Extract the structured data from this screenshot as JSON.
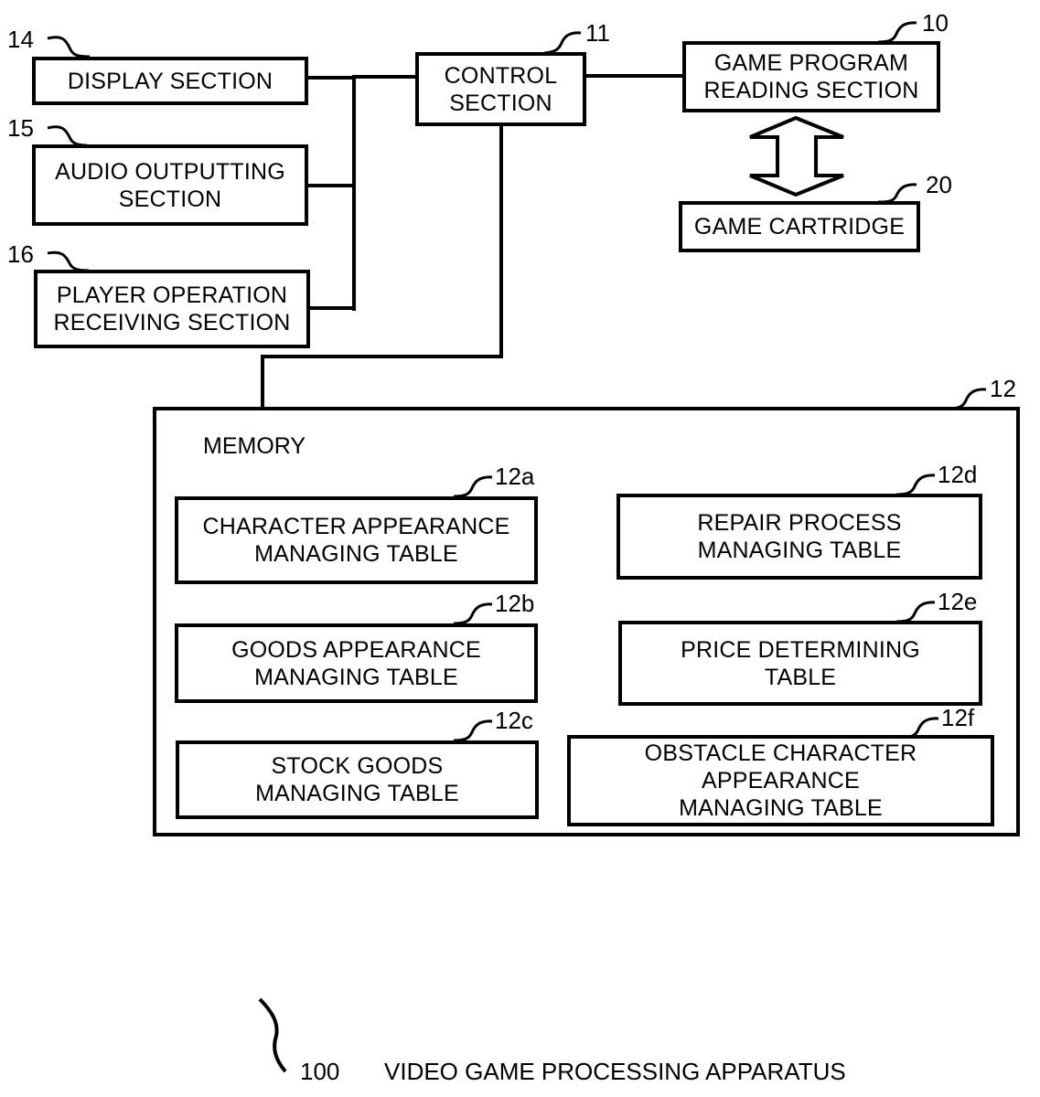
{
  "diagram": {
    "blocks": {
      "display": {
        "label": "DISPLAY SECTION",
        "ref": "14"
      },
      "audio": {
        "label": "AUDIO OUTPUTTING\nSECTION",
        "ref": "15"
      },
      "player": {
        "label": "PLAYER OPERATION\nRECEIVING SECTION",
        "ref": "16"
      },
      "control": {
        "label": "CONTROL\nSECTION",
        "ref": "11"
      },
      "game_program": {
        "label": "GAME PROGRAM\nREADING SECTION",
        "ref": "10"
      },
      "cartridge": {
        "label": "GAME CARTRIDGE",
        "ref": "20"
      },
      "memory": {
        "label": "MEMORY",
        "ref": "12",
        "tables": [
          {
            "label": "CHARACTER APPEARANCE\nMANAGING TABLE",
            "ref": "12a"
          },
          {
            "label": "GOODS APPEARANCE\nMANAGING TABLE",
            "ref": "12b"
          },
          {
            "label": "STOCK GOODS\nMANAGING TABLE",
            "ref": "12c"
          },
          {
            "label": "REPAIR PROCESS\nMANAGING TABLE",
            "ref": "12d"
          },
          {
            "label": "PRICE DETERMINING\nTABLE",
            "ref": "12e"
          },
          {
            "label": "OBSTACLE CHARACTER\nAPPEARANCE\nMANAGING TABLE",
            "ref": "12f"
          }
        ]
      }
    },
    "connections": [
      {
        "from": "display",
        "to": "control",
        "type": "bus"
      },
      {
        "from": "audio",
        "to": "control",
        "type": "bus"
      },
      {
        "from": "player",
        "to": "control",
        "type": "bus"
      },
      {
        "from": "control",
        "to": "game_program",
        "type": "line"
      },
      {
        "from": "control",
        "to": "memory",
        "type": "line"
      },
      {
        "from": "game_program",
        "to": "cartridge",
        "type": "bidirectional-arrow"
      }
    ],
    "caption": {
      "ref": "100",
      "text": "VIDEO GAME PROCESSING APPARATUS"
    }
  }
}
